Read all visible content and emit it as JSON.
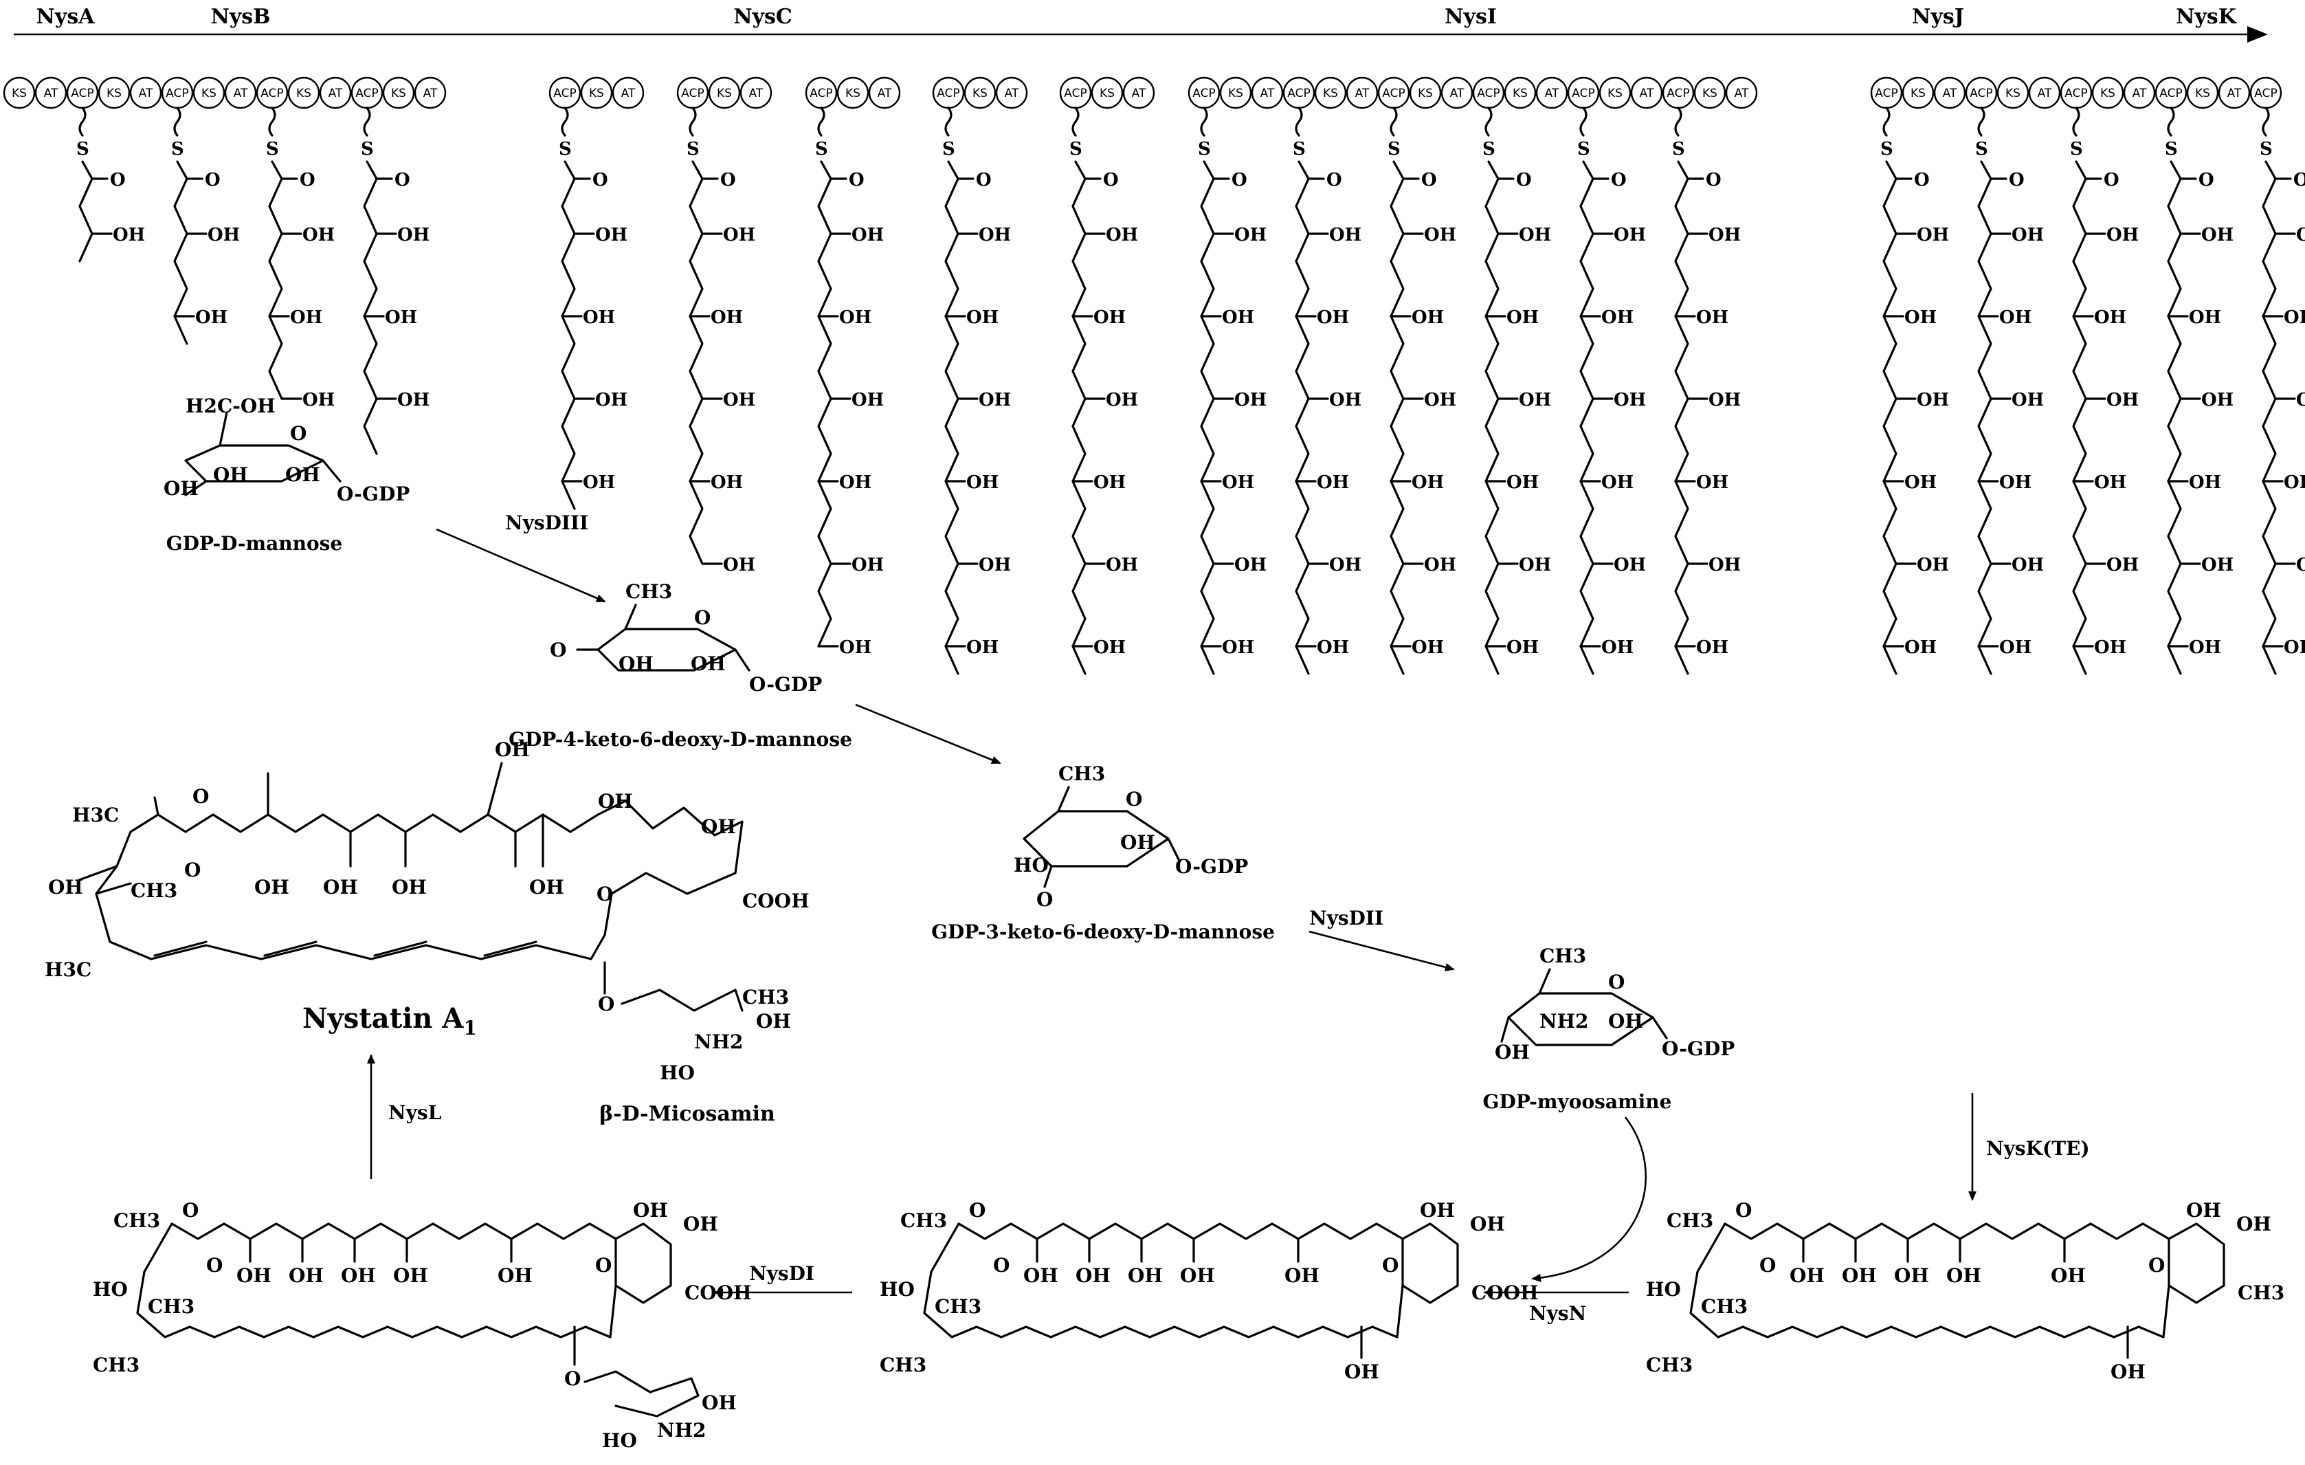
{
  "modules": [
    "NysA",
    "NysB",
    "NysC",
    "NysI",
    "NysJ",
    "NysK"
  ],
  "domains": {
    "ks": "KS",
    "at": "AT",
    "acp": "ACP"
  },
  "atoms": {
    "s": "S",
    "o": "O",
    "oh": "OH",
    "h3c": "H3C",
    "ch3": "CH3",
    "cooh": "COOH",
    "nh2": "NH2",
    "ho": "HO",
    "ogdp": "O-GDP",
    "h2coh": "H2C-OH"
  },
  "sugars": {
    "gdp_mannose": "GDP-D-mannose",
    "keto4": "GDP-4-keto-6-deoxy-D-mannose",
    "keto3": "GDP-3-keto-6-deoxy-D-mannose",
    "myoosamine": "GDP-myoosamine",
    "micosamin": "β-D-Micosamin"
  },
  "enzymes": {
    "nysdiii": "NysDIII",
    "nysdii": "NysDII",
    "nysdi": "NysDI",
    "nysn": "NysN",
    "nysl": "NysL",
    "nysk_te": "NysK(TE)"
  },
  "product": "Nystatin A",
  "product_sub": "1"
}
